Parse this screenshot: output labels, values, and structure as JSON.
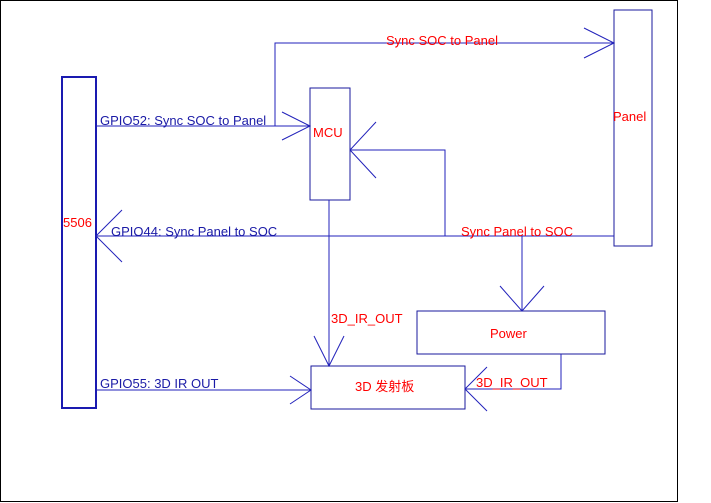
{
  "colors": {
    "line": "#2222bb",
    "block_text": "#ff0000",
    "signal_text": "#1a1aa6"
  },
  "blocks": {
    "soc": "5506",
    "mcu": "MCU",
    "panel": "Panel",
    "power": "Power",
    "emitter": "3D 发射板"
  },
  "signals": {
    "sync_soc_to_panel_top": "Sync SOC to Panel",
    "gpio52": "GPIO52: Sync SOC to Panel",
    "gpio44": "GPIO44: Sync  Panel  to SOC",
    "sync_panel_to_soc": "Sync  Panel  to SOC",
    "ir_out_mcu": "3D_IR_OUT",
    "gpio55": "GPIO55: 3D IR OUT",
    "ir_out_power": "3D_IR_OUT"
  }
}
